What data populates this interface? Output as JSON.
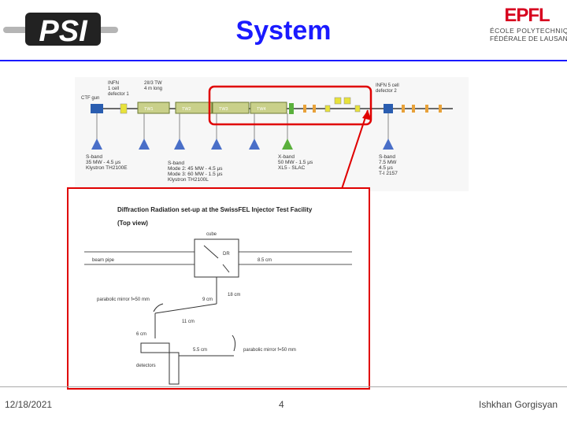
{
  "slide": {
    "title": "System",
    "page_number": "4",
    "date": "12/18/2021",
    "author": "Ishkhan Gorgisyan"
  },
  "logos": {
    "psi_text": "PSI",
    "epfl_text": "EPFL",
    "epfl_line1": "ÉCOLE POLYTECHNIQUE",
    "epfl_line2": "FÉDÉRALE DE LAUSANNE",
    "epfl_color": "#d7001f"
  },
  "beamline": {
    "ctf_gun": "CTF gun",
    "infn_defector_1": [
      "INFN",
      "1 cell",
      "defector 1"
    ],
    "tw_label": [
      "2II/3 TW",
      "4 m long"
    ],
    "tw_sections": [
      "TW1",
      "TW2",
      "TW3",
      "TW4"
    ],
    "infn_defector_2": [
      "INFN 5 cell",
      "defector 2"
    ],
    "sband_left": [
      "S-band",
      "35 MW - 4.5 μs",
      "Klystron TH2100E"
    ],
    "sband_middle": [
      "S-band",
      "Mode 2: 45 MW - 4.5 μs",
      "Mode 3: 60 MW - 1.5 μs",
      "Klystron TH2100L"
    ],
    "xband": [
      "X-band",
      "50 MW - 1.5 μs",
      "XL5 - SLAC"
    ],
    "sband_right": [
      "S-band",
      "7.5 MW",
      "4.5 μs",
      "T-I 2157"
    ]
  },
  "setup": {
    "title": "Diffraction Radiation set-up at the SwissFEL Injector Test Facility",
    "subtitle": "(Top view)",
    "cube": "cube",
    "dr": "DR",
    "beam_pipe": "beam pipe",
    "dist_85": "8.5 cm",
    "mirror_left": "parabolic mirror f=50 mm",
    "dist_9": "9 cm",
    "dist_18": "18 cm",
    "dist_11": "11 cm",
    "dist_6": "6 cm",
    "dist_55": "5.5 cm",
    "mirror_right": "parabolic mirror f=50 mm",
    "detectors": "detectors"
  },
  "colors": {
    "title_blue": "#1a1aff",
    "highlight_red": "#e00000",
    "klystron_blue": "#4a6fc8",
    "klystron_green": "#5ab03c",
    "module_yellow": "#e8e23a"
  }
}
